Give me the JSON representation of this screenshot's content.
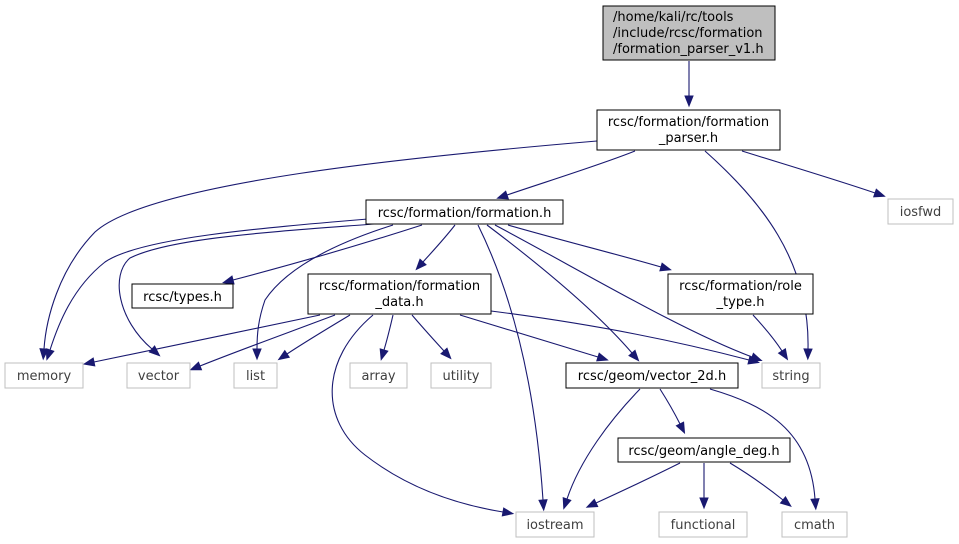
{
  "colors": {
    "edge": "#191970",
    "root_fill": "#bfbfbf",
    "local_border": "#000000",
    "system_border": "#bfbfbf",
    "background": "#ffffff"
  },
  "nodes": {
    "root": {
      "lines": [
        "/home/kali/rc/tools",
        "/include/rcsc/formation",
        "/formation_parser_v1.h"
      ]
    },
    "formation_parser": {
      "lines": [
        "rcsc/formation/formation",
        "_parser.h"
      ]
    },
    "iosfwd": {
      "lines": [
        "iosfwd"
      ]
    },
    "formation": {
      "lines": [
        "rcsc/formation/formation.h"
      ]
    },
    "types": {
      "lines": [
        "rcsc/types.h"
      ]
    },
    "formation_data": {
      "lines": [
        "rcsc/formation/formation",
        "_data.h"
      ]
    },
    "role_type": {
      "lines": [
        "rcsc/formation/role",
        "_type.h"
      ]
    },
    "memory": {
      "lines": [
        "memory"
      ]
    },
    "vector": {
      "lines": [
        "vector"
      ]
    },
    "list": {
      "lines": [
        "list"
      ]
    },
    "array": {
      "lines": [
        "array"
      ]
    },
    "utility": {
      "lines": [
        "utility"
      ]
    },
    "vector_2d": {
      "lines": [
        "rcsc/geom/vector_2d.h"
      ]
    },
    "string": {
      "lines": [
        "string"
      ]
    },
    "angle_deg": {
      "lines": [
        "rcsc/geom/angle_deg.h"
      ]
    },
    "iostream": {
      "lines": [
        "iostream"
      ]
    },
    "functional": {
      "lines": [
        "functional"
      ]
    },
    "cmath": {
      "lines": [
        "cmath"
      ]
    }
  },
  "edges": [
    [
      "root",
      "formation_parser"
    ],
    [
      "formation_parser",
      "memory"
    ],
    [
      "formation_parser",
      "formation"
    ],
    [
      "formation_parser",
      "iosfwd"
    ],
    [
      "formation_parser",
      "string"
    ],
    [
      "formation",
      "memory"
    ],
    [
      "formation",
      "vector"
    ],
    [
      "formation",
      "list"
    ],
    [
      "formation",
      "types"
    ],
    [
      "formation",
      "formation_data"
    ],
    [
      "formation",
      "role_type"
    ],
    [
      "formation",
      "iostream"
    ],
    [
      "formation",
      "vector_2d"
    ],
    [
      "formation",
      "string"
    ],
    [
      "formation_data",
      "memory"
    ],
    [
      "formation_data",
      "vector"
    ],
    [
      "formation_data",
      "list"
    ],
    [
      "formation_data",
      "array"
    ],
    [
      "formation_data",
      "utility"
    ],
    [
      "formation_data",
      "vector_2d"
    ],
    [
      "formation_data",
      "string"
    ],
    [
      "formation_data",
      "iostream"
    ],
    [
      "role_type",
      "string"
    ],
    [
      "vector_2d",
      "iostream"
    ],
    [
      "vector_2d",
      "angle_deg"
    ],
    [
      "vector_2d",
      "cmath"
    ],
    [
      "angle_deg",
      "iostream"
    ],
    [
      "angle_deg",
      "functional"
    ],
    [
      "angle_deg",
      "cmath"
    ]
  ]
}
